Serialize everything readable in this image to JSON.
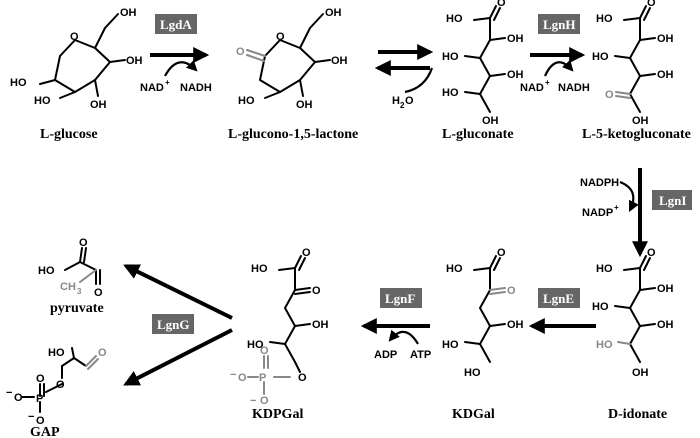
{
  "compounds": {
    "lglucose": "L-glucose",
    "lactone": "L-glucono-1,5-lactone",
    "lgluconate": "L-gluconate",
    "ketogluconate": "L-5-ketogluconate",
    "didonate": "D-idonate",
    "kdgal": "KDGal",
    "kdpgal": "KDPGal",
    "pyruvate": "pyruvate",
    "gap": "GAP"
  },
  "enzymes": {
    "lgda": "LgdA",
    "lgnh": "LgnH",
    "lgni": "LgnI",
    "lgne": "LgnE",
    "lgnf": "LgnF",
    "lgng": "LgnG"
  },
  "cofactors": {
    "nad_in_1": "NAD",
    "nadh_1": "NADH",
    "water": "H",
    "water_sub": "2",
    "water_o": "O",
    "nad_in_2": "NAD",
    "nadh_2": "NADH",
    "nadph": "NADPH",
    "nadp": "NADP",
    "adp": "ADP",
    "atp": "ATP",
    "plus": "+"
  },
  "atoms": {
    "ho": "HO",
    "oh": "OH",
    "o": "O",
    "h": "H",
    "p": "P",
    "minus": "−",
    "ch3": "CH",
    "three": "3"
  },
  "colors": {
    "enzyme_box": "#666666",
    "highlight_gray": "#888888"
  }
}
